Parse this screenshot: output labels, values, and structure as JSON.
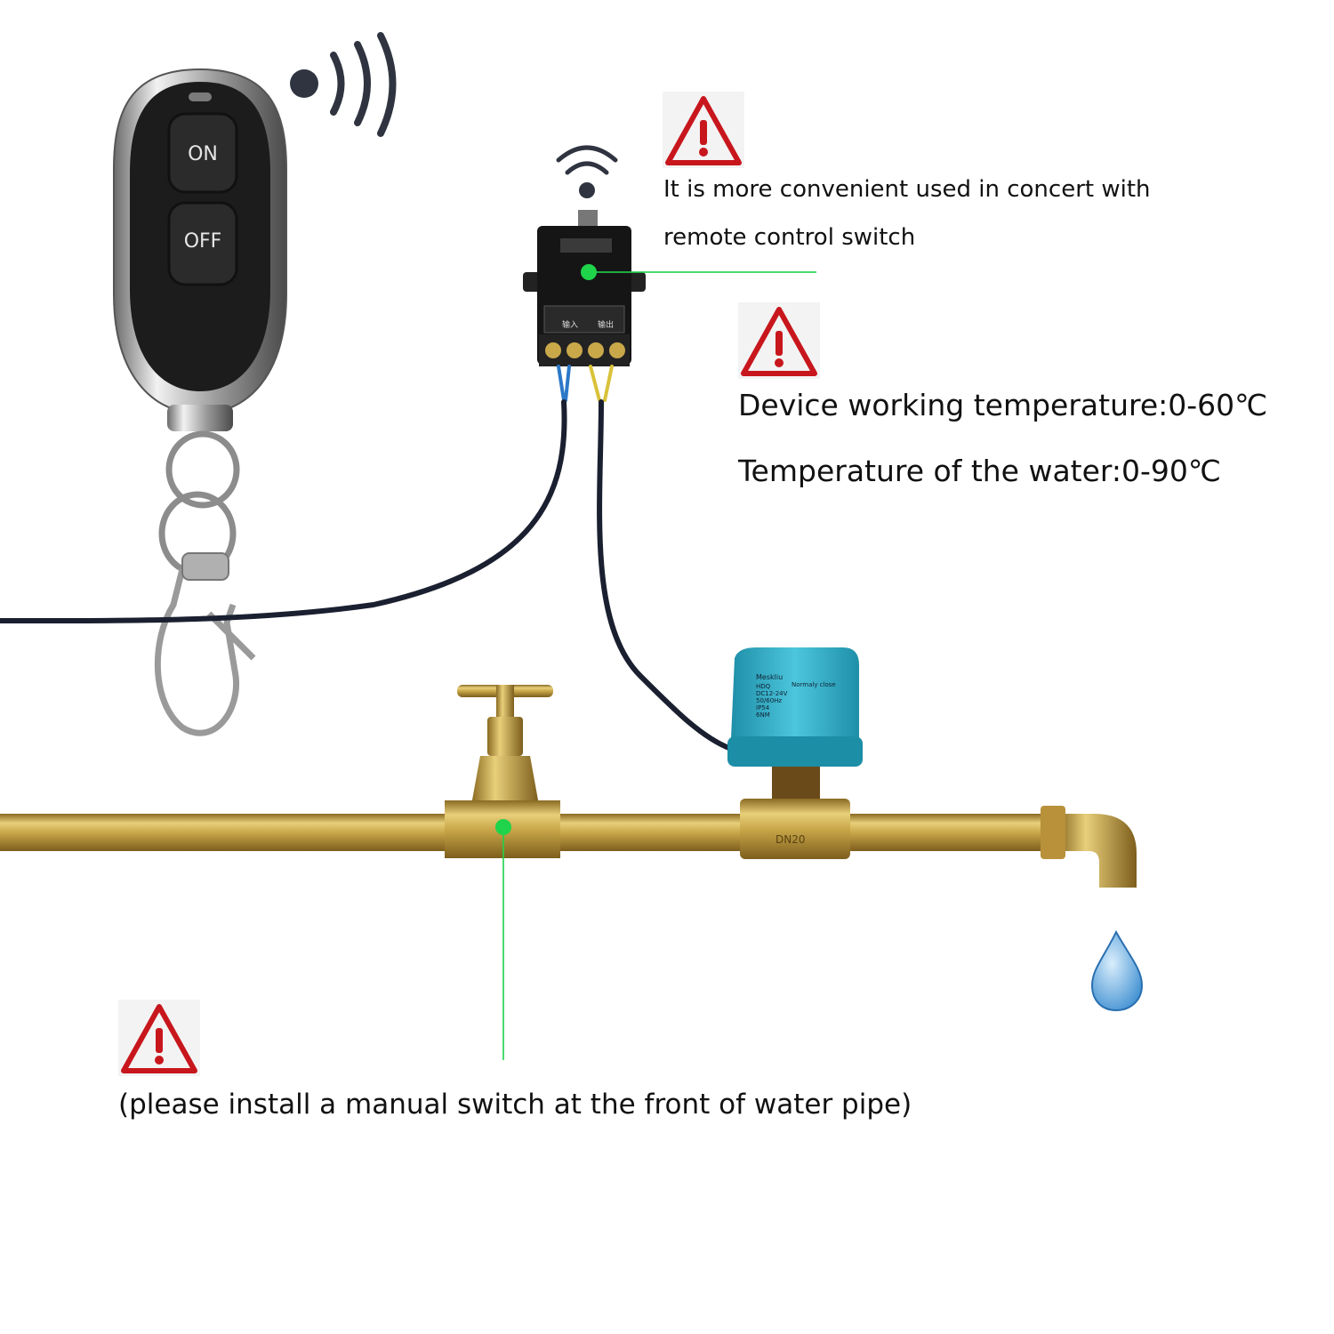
{
  "remote": {
    "on_label": "ON",
    "off_label": "OFF"
  },
  "notes": {
    "convenient_line1": "It is more convenient used in concert with",
    "convenient_line2": "remote control switch",
    "device_temp": "Device working temperature:0-60℃",
    "water_temp": "Temperature of the water:0-90℃",
    "manual_switch": "(please install a manual switch at the front of  water pipe)"
  },
  "valve_label": {
    "brand": "Meskliu",
    "l1": "HDQ",
    "l2": "DC12-24V",
    "l3": "50/60Hz",
    "l4": "IP54",
    "l5": "6NM",
    "mode": "Normaly close",
    "size": "DN20"
  },
  "relay_label": {
    "input": "输入",
    "output": "输出"
  },
  "colors": {
    "brass": "#c9a84a",
    "valve_blue": "#3ab5cf",
    "warning_red": "#c8161d",
    "laser_green": "#1fd34a"
  }
}
